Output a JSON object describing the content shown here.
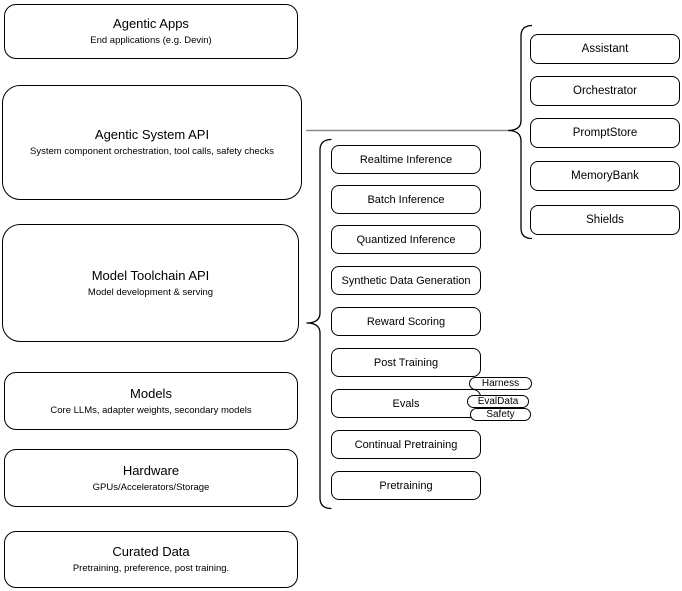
{
  "left_stack": [
    {
      "title": "Agentic Apps",
      "subtitle": "End applications (e.g. Devin)"
    },
    {
      "title": "Agentic System API",
      "subtitle": "System component orchestration, tool calls, safety checks"
    },
    {
      "title": "Model Toolchain API",
      "subtitle": "Model development & serving"
    },
    {
      "title": "Models",
      "subtitle": "Core LLMs, adapter weights, secondary models"
    },
    {
      "title": "Hardware",
      "subtitle": "GPUs/Accelerators/Storage"
    },
    {
      "title": "Curated Data",
      "subtitle": "Pretraining, preference, post training."
    }
  ],
  "toolchain_items": [
    "Realtime Inference",
    "Batch Inference",
    "Quantized Inference",
    "Synthetic Data Generation",
    "Reward Scoring",
    "Post Training",
    "Evals",
    "Continual Pretraining",
    "Pretraining"
  ],
  "eval_tags": [
    "Harness",
    "EvalData",
    "Safety"
  ],
  "system_components": [
    "Assistant",
    "Orchestrator",
    "PromptStore",
    "MemoryBank",
    "Shields"
  ],
  "colors": {
    "node_fill": "#ffffff",
    "node_border": "#000000",
    "connector": "#8c8c8c",
    "brace": "#000000"
  }
}
